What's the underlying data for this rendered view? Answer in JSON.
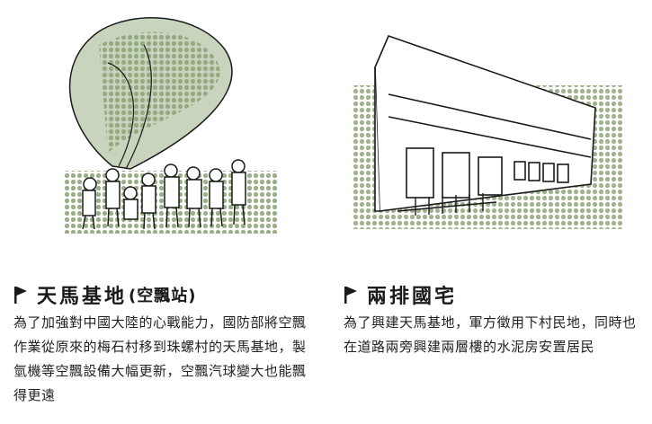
{
  "left": {
    "title": "天馬基地",
    "subtitle": "(空飄站)",
    "body": "為了加強對中國大陸的心戰能力，國防部將空飄作業從原來的梅石村移到珠螺村的天馬基地，製氫機等空飄設備大幅更新，空飄汽球變大也能飄得更遠",
    "illustration": "balloon-launch-crowd"
  },
  "right": {
    "title": "兩排國宅",
    "body": "為了興建天馬基地，軍方徵用下村民地，同時也在道路兩旁興建兩層樓的水泥房安置居民",
    "illustration": "two-storey-housing"
  },
  "colors": {
    "dots": "#8fa57a",
    "ink": "#1a1a1a",
    "balloon": "#c8d4bd"
  },
  "icons": [
    "flag-icon"
  ]
}
